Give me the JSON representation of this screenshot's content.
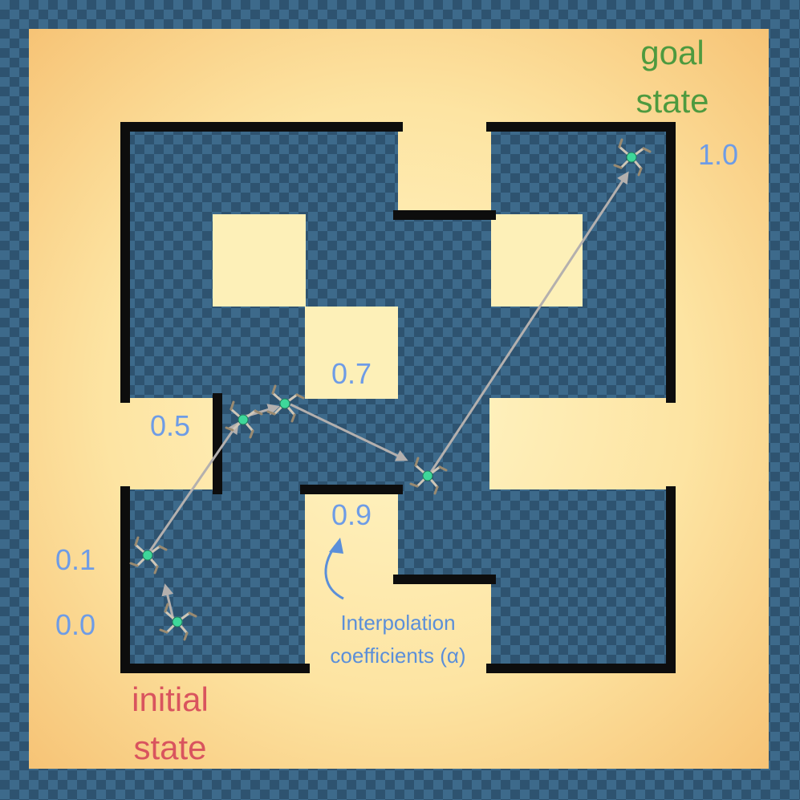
{
  "labels": {
    "goal_state": [
      "goal",
      "state"
    ],
    "initial_state": [
      "initial",
      "state"
    ],
    "alphas": {
      "a00": "0.0",
      "a01": "0.1",
      "a05": "0.5",
      "a07": "0.7",
      "a09": "0.9",
      "a10": "1.0"
    },
    "interp_caption": [
      "Interpolation",
      "coefficients (α)"
    ]
  },
  "colors": {
    "goal_label": "#4e9a3f",
    "initial_label": "#d9545e",
    "alpha_label": "#6e9ce6",
    "caption": "#5b8fd9",
    "floor_light": "#fdeeb4",
    "floor_dark": "#f6c77a",
    "checker_a": "#2e5370",
    "checker_b": "#3d6a8b",
    "wall": "#0d0d0d",
    "arrow": "#b4b0ae",
    "agent_body": "#3ed79a"
  },
  "icons": {
    "agent": "quadruped-ant-icon",
    "arrow": "arrow-icon"
  }
}
